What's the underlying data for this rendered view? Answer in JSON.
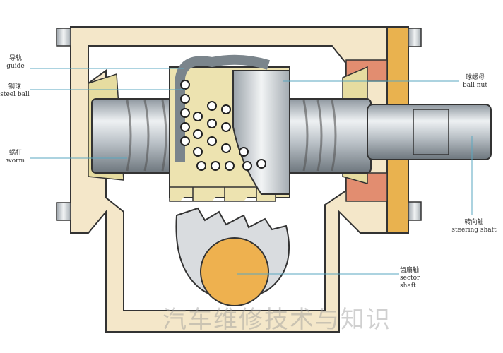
{
  "labels": {
    "guide": {
      "zh": "导轨",
      "en": "guide"
    },
    "steel_ball": {
      "zh": "钢球",
      "en": "steel ball"
    },
    "worm": {
      "zh": "蜗杆",
      "en": "worm"
    },
    "ball_nut": {
      "zh": "球螺母",
      "en": "ball nut"
    },
    "steering_shaft": {
      "zh": "转向轴",
      "en": "steering shaft"
    },
    "sector_shaft": {
      "zh": "齿扇轴",
      "en": "sector shaft"
    }
  },
  "watermark": "汽车维修技术与知识",
  "colors": {
    "housing": "#f4e7c9",
    "nut": "#ede3b0",
    "flange": "#e9b24f",
    "seal": "#e28d70",
    "sector_shaft": "#eeb14f",
    "leader": "#5aa7c0"
  }
}
